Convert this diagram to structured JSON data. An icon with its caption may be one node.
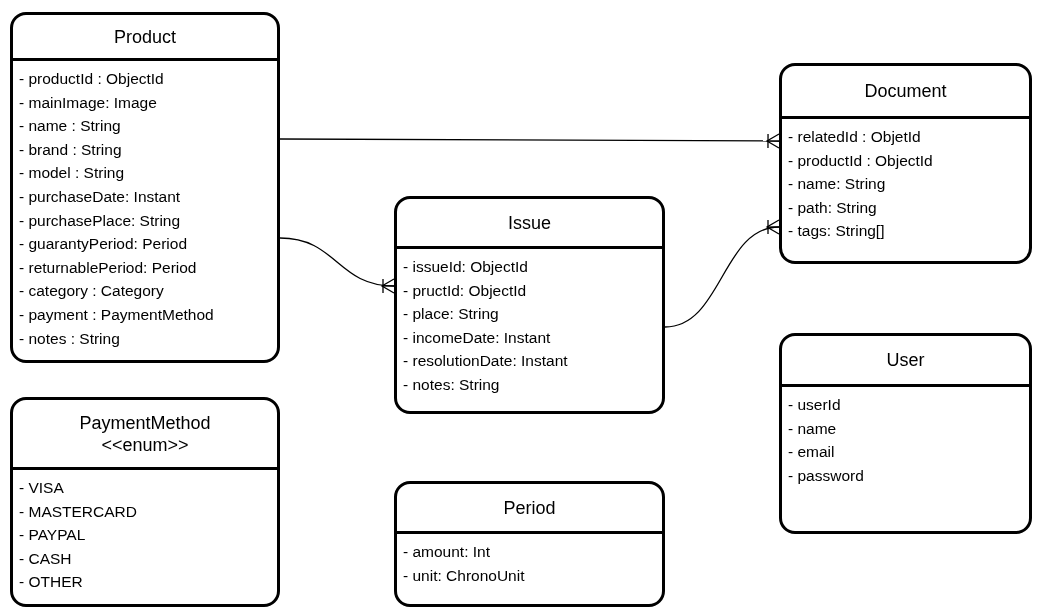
{
  "diagram": {
    "nodes": [
      {
        "text": [
          "Product",
          "- productId : ObjectId",
          "- mainImage: Image",
          "- name : String",
          "- brand : String",
          "- model : String",
          "- purchaseDate: Instant",
          "- purchasePlace: String",
          "- guarantyPeriod: Period",
          "- returnablePeriod: Period",
          "- category : Category",
          "- payment : PaymentMethod",
          "- notes : String"
        ]
      },
      {
        "text": [
          "Document",
          "- relatedId : ObjetId",
          "- productId : ObjectId",
          "- name: String",
          "- path: String",
          "- tags: String[]"
        ]
      },
      {
        "text": [
          "Issue",
          "- issueId: ObjectId",
          "- pructId: ObjectId",
          "- place: String",
          "- incomeDate: Instant",
          "- resolutionDate: Instant",
          "- notes: String"
        ]
      },
      {
        "text": [
          "User",
          "- userId",
          "- name",
          "- email",
          "- password"
        ]
      },
      {
        "text": [
          "PaymentMethod",
          "<<enum>>",
          "- VISA",
          "- MASTERCARD",
          "- PAYPAL",
          "- CASH",
          "- OTHER"
        ]
      },
      {
        "text": [
          "Period",
          "- amount: Int",
          "- unit: ChronoUnit"
        ]
      }
    ],
    "edges": [
      {
        "from": 0,
        "to": 1,
        "arrow": "other"
      },
      {
        "from": 0,
        "to": 2,
        "arrow": "other"
      },
      {
        "from": 2,
        "to": 1,
        "arrow": "other"
      }
    ]
  }
}
